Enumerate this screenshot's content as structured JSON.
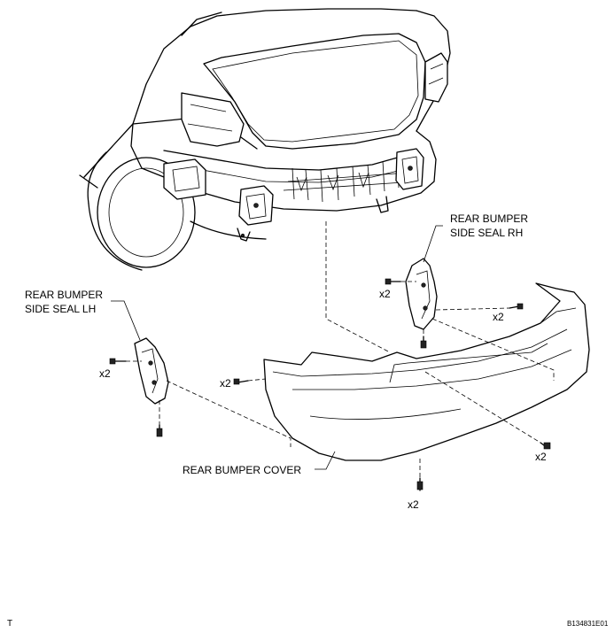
{
  "labels": {
    "side_seal_rh_line1": "REAR BUMPER",
    "side_seal_rh_line2": "SIDE SEAL RH",
    "side_seal_lh_line1": "REAR BUMPER",
    "side_seal_lh_line2": "SIDE SEAL LH",
    "bumper_cover": "REAR BUMPER COVER"
  },
  "quantities": {
    "rh_seal_screw": "x2",
    "rh_cover_screw": "x2",
    "lh_seal_screw": "x2",
    "cover_left_screw": "x2",
    "cover_right_screw": "x2",
    "cover_bottom_screw": "x2"
  },
  "footer": {
    "left_mark": "T",
    "figure_id": "B134831E01"
  }
}
